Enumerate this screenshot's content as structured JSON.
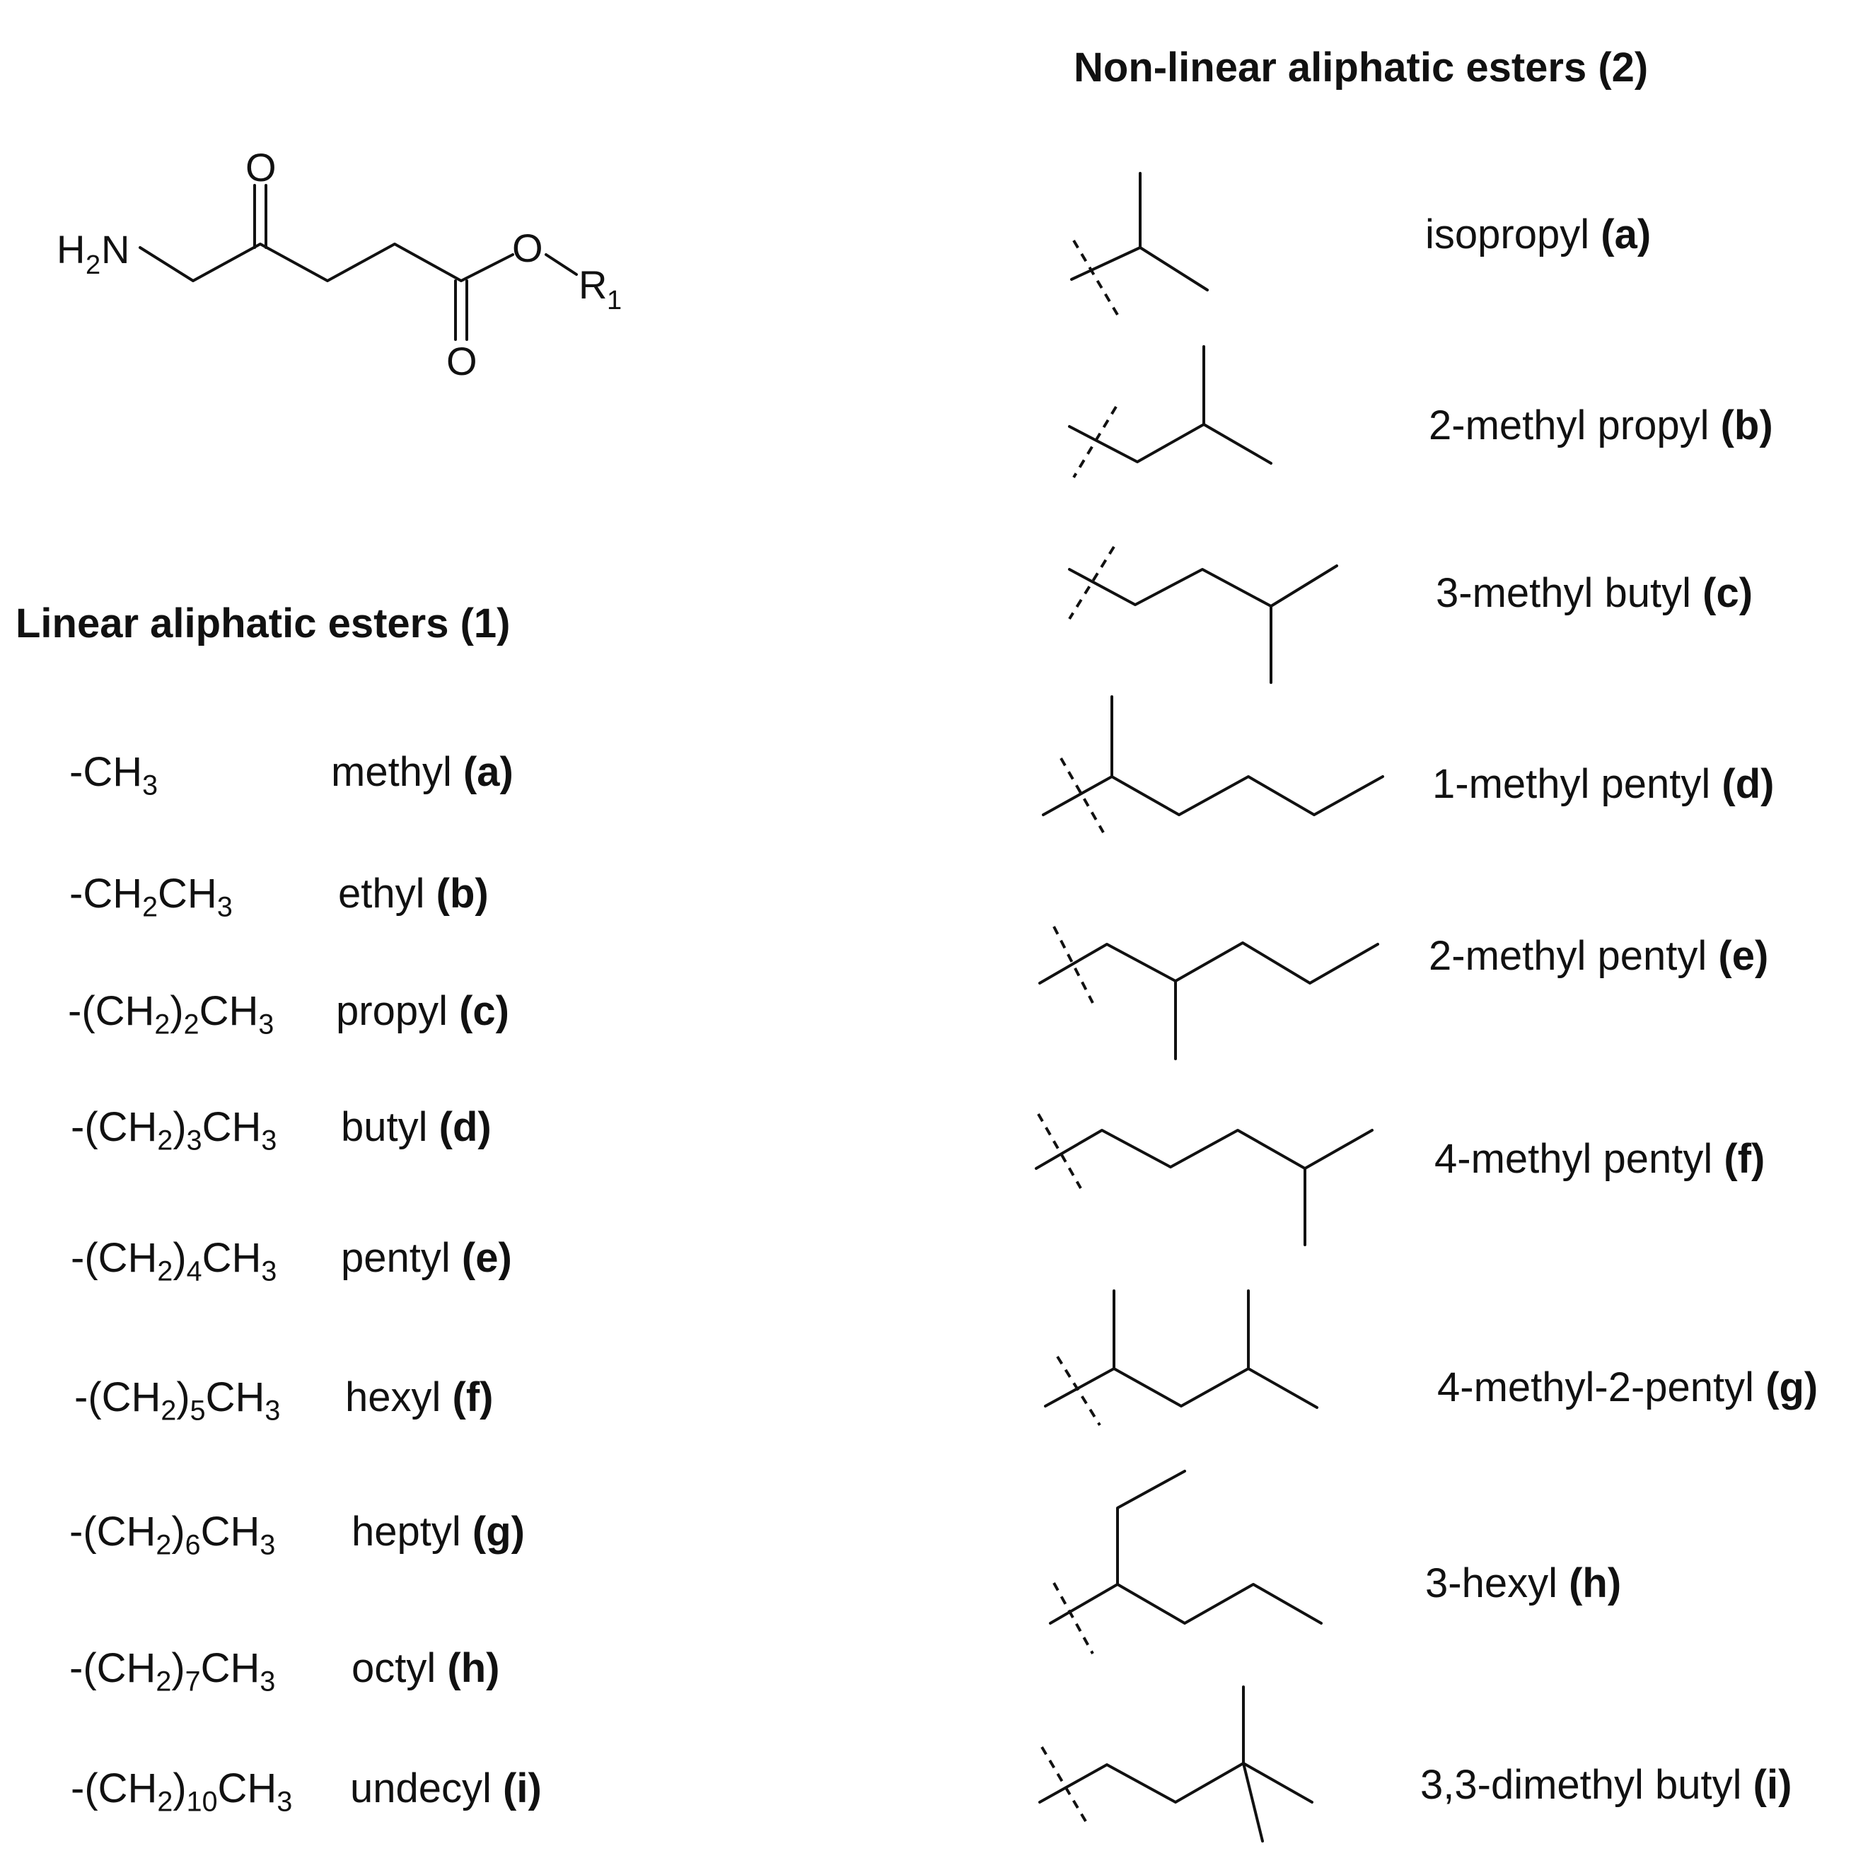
{
  "core": {
    "atoms": {
      "o_ketone": "O",
      "h": "H",
      "h_sub": "2",
      "n": "N",
      "o_ester": "O",
      "r": "R",
      "r_sub": "1",
      "o_carbonyl": "O"
    }
  },
  "linear": {
    "title": "Linear aliphatic esters (1)",
    "items": [
      {
        "formula": [
          {
            "t": "-CH"
          },
          {
            "s": "3"
          }
        ],
        "name": "methyl",
        "label": "(a)"
      },
      {
        "formula": [
          {
            "t": "-CH"
          },
          {
            "s": "2"
          },
          {
            "t": "CH"
          },
          {
            "s": "3"
          }
        ],
        "name": "ethyl",
        "label": "(b)"
      },
      {
        "formula": [
          {
            "t": "-(CH"
          },
          {
            "s": "2"
          },
          {
            "t": ")"
          },
          {
            "s": "2"
          },
          {
            "t": "CH"
          },
          {
            "s": "3"
          }
        ],
        "name": "propyl",
        "label": "(c)"
      },
      {
        "formula": [
          {
            "t": "-(CH"
          },
          {
            "s": "2"
          },
          {
            "t": ")"
          },
          {
            "s": "3"
          },
          {
            "t": "CH"
          },
          {
            "s": "3"
          }
        ],
        "name": "butyl",
        "label": "(d)"
      },
      {
        "formula": [
          {
            "t": "-(CH"
          },
          {
            "s": "2"
          },
          {
            "t": ")"
          },
          {
            "s": "4"
          },
          {
            "t": "CH"
          },
          {
            "s": "3"
          }
        ],
        "name": "pentyl",
        "label": "(e)"
      },
      {
        "formula": [
          {
            "t": "-(CH"
          },
          {
            "s": "2"
          },
          {
            "t": ")"
          },
          {
            "s": "5"
          },
          {
            "t": "CH"
          },
          {
            "s": "3"
          }
        ],
        "name": "hexyl",
        "label": "(f)"
      },
      {
        "formula": [
          {
            "t": "-(CH"
          },
          {
            "s": "2"
          },
          {
            "t": ")"
          },
          {
            "s": "6"
          },
          {
            "t": "CH"
          },
          {
            "s": "3"
          }
        ],
        "name": "heptyl",
        "label": "(g)"
      },
      {
        "formula": [
          {
            "t": "-(CH"
          },
          {
            "s": "2"
          },
          {
            "t": ")"
          },
          {
            "s": "7"
          },
          {
            "t": "CH"
          },
          {
            "s": "3"
          }
        ],
        "name": "octyl",
        "label": "(h)"
      },
      {
        "formula": [
          {
            "t": "-(CH"
          },
          {
            "s": "2"
          },
          {
            "t": ")"
          },
          {
            "s": "10"
          },
          {
            "t": "CH"
          },
          {
            "s": "3"
          }
        ],
        "name": "undecyl",
        "label": "(i)"
      }
    ]
  },
  "nonlinear": {
    "title": "Non-linear aliphatic esters (2)",
    "items": [
      {
        "name": "isopropyl",
        "label": "(a)"
      },
      {
        "name": "2-methyl propyl",
        "label": "(b)"
      },
      {
        "name": "3-methyl butyl",
        "label": "(c)"
      },
      {
        "name": "1-methyl pentyl",
        "label": "(d)"
      },
      {
        "name": "2-methyl pentyl",
        "label": "(e)"
      },
      {
        "name": "4-methyl pentyl",
        "label": "(f)"
      },
      {
        "name": "4-methyl-2-pentyl",
        "label": "(g)"
      },
      {
        "name": "3-hexyl",
        "label": "(h)"
      },
      {
        "name": "3,3-dimethyl butyl",
        "label": "(i)"
      }
    ]
  }
}
